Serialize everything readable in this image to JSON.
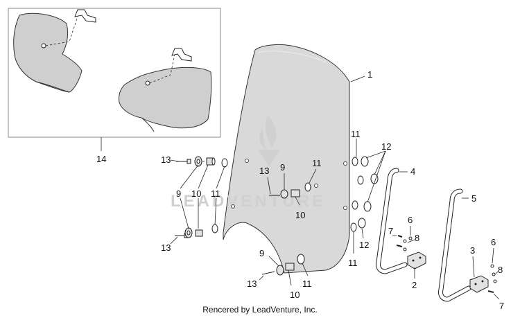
{
  "watermark": "LEADVENTURE",
  "credit": "Rencered by LeadVenture, Inc.",
  "callouts": {
    "c1": "1",
    "c2": "2",
    "c3": "3",
    "c4": "4",
    "c5": "5",
    "c6a": "6",
    "c6b": "6",
    "c7a": "7",
    "c7b": "7",
    "c8a": "8",
    "c8b": "8",
    "c9a": "9",
    "c9b": "9",
    "c9c": "9",
    "c10a": "10",
    "c10b": "10",
    "c10c": "10",
    "c11a": "11",
    "c11b": "11",
    "c11c": "11",
    "c11d": "11",
    "c11e": "11",
    "c12a": "12",
    "c12b": "12",
    "c13a": "13",
    "c13b": "13",
    "c13c": "13",
    "c13d": "13",
    "c14": "14"
  }
}
